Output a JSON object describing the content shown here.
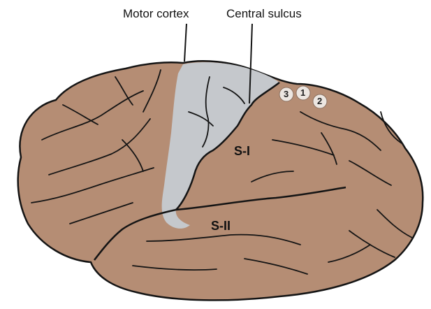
{
  "labels": {
    "motor_cortex": "Motor cortex",
    "central_sulcus": "Central sulcus",
    "s1": "S-I",
    "s2": "S-II"
  },
  "areas": [
    "3",
    "1",
    "2"
  ],
  "colors": {
    "brain": "#b58d74",
    "motor_cortex": "#c5c8cc",
    "outline": "#141414",
    "area_disc": "#ece6e1",
    "background": "#ffffff"
  }
}
